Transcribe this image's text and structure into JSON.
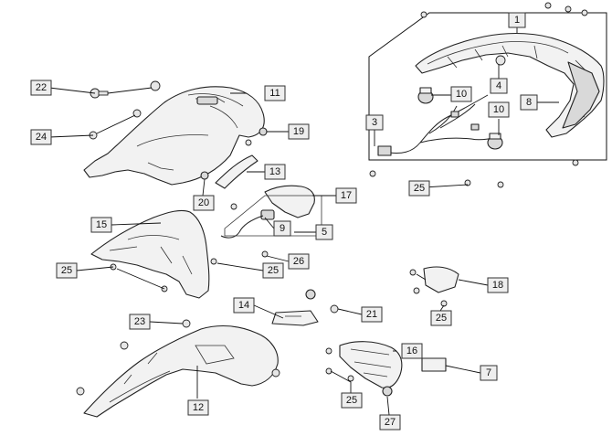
{
  "diagram": {
    "callouts": [
      {
        "label": "1"
      },
      {
        "label": "4"
      },
      {
        "label": "8"
      },
      {
        "label": "10"
      },
      {
        "label": "3"
      },
      {
        "label": "10"
      },
      {
        "label": "22"
      },
      {
        "label": "11"
      },
      {
        "label": "24"
      },
      {
        "label": "19"
      },
      {
        "label": "13"
      },
      {
        "label": "20"
      },
      {
        "label": "17"
      },
      {
        "label": "25"
      },
      {
        "label": "15"
      },
      {
        "label": "9"
      },
      {
        "label": "5"
      },
      {
        "label": "25"
      },
      {
        "label": "26"
      },
      {
        "label": "25"
      },
      {
        "label": "18"
      },
      {
        "label": "14"
      },
      {
        "label": "21"
      },
      {
        "label": "25"
      },
      {
        "label": "23"
      },
      {
        "label": "16"
      },
      {
        "label": "7"
      },
      {
        "label": "12"
      },
      {
        "label": "25"
      },
      {
        "label": "27"
      }
    ]
  }
}
